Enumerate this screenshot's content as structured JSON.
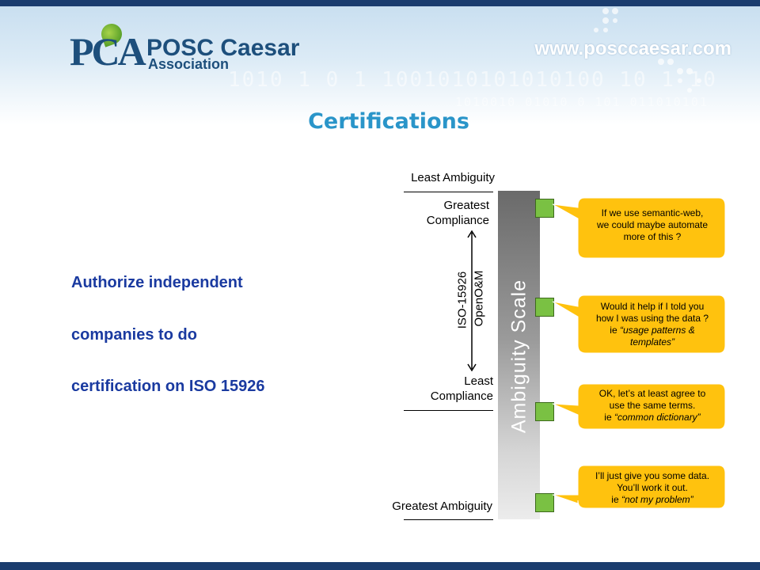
{
  "header": {
    "logo_mark": "PCA",
    "logo_name": "POSC Caesar",
    "logo_sub": "Association",
    "website": "www.posccaesar.com",
    "binary_line1": "1010  1 0 1 1001010101010100 10 1 10",
    "binary_line2": "1010010 01010 0 101 011010101"
  },
  "slide": {
    "title": "Certifications",
    "lines": [
      "Authorize independent",
      "companies to do",
      "certification on ISO 15926"
    ]
  },
  "diagram": {
    "least_ambiguity": "Least Ambiguity",
    "greatest_compliance": [
      "Greatest",
      "Compliance"
    ],
    "least_compliance": [
      "Least",
      "Compliance"
    ],
    "greatest_ambiguity": "Greatest Ambiguity",
    "standard_1": "ISO-15926",
    "standard_2": "OpenO&M",
    "scale_label": "Ambiguity Scale",
    "bubbles": [
      {
        "lines": [
          "If we use semantic-web,",
          "we could maybe automate",
          "more of this ?"
        ],
        "prefix": "",
        "italic": ""
      },
      {
        "lines": [
          "Would it help if I told you",
          "how I was using the data ?"
        ],
        "prefix": "ie ",
        "italic": "“usage patterns &",
        "italic2": "templates”"
      },
      {
        "lines": [
          "OK, let’s at least agree to",
          "use the same terms."
        ],
        "prefix": "ie ",
        "italic": "“common dictionary”"
      },
      {
        "lines": [
          "I’ll just give you some data.",
          "You’ll work it out."
        ],
        "prefix": "ie ",
        "italic": "“not my problem”"
      }
    ]
  },
  "colors": {
    "brand_navy": "#1d4f7c",
    "title_blue": "#2a95c9",
    "body_blue": "#1a3aa0",
    "bubble_fill": "#ffc20e",
    "marker_green": "#7ac143"
  }
}
